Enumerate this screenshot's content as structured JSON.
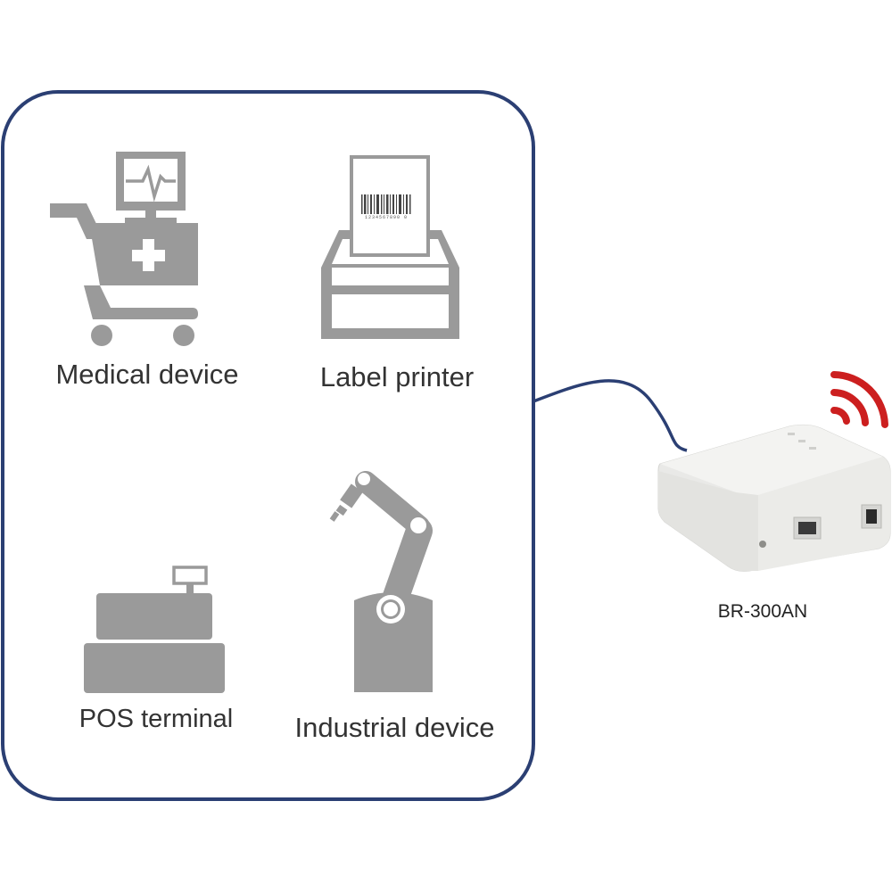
{
  "groups": {
    "devices": [
      {
        "id": "medical",
        "label": "Medical device",
        "icon": "medical-cart-icon"
      },
      {
        "id": "printer",
        "label": "Label printer",
        "icon": "label-printer-icon"
      },
      {
        "id": "pos",
        "label": "POS terminal",
        "icon": "cash-register-icon"
      },
      {
        "id": "industrial",
        "label": "Industrial device",
        "icon": "robot-arm-icon"
      }
    ]
  },
  "bridge": {
    "label": "BR-300AN",
    "icon": "wireless-bridge-icon",
    "signal_icon": "wifi-signal-icon"
  },
  "barcode_digits": "1234567890 0",
  "colors": {
    "frame": "#2b3f73",
    "cable": "#2b3f73",
    "icon_gray": "#9a9a9a",
    "wifi_red": "#cc1f1f",
    "label_text": "#333333"
  }
}
